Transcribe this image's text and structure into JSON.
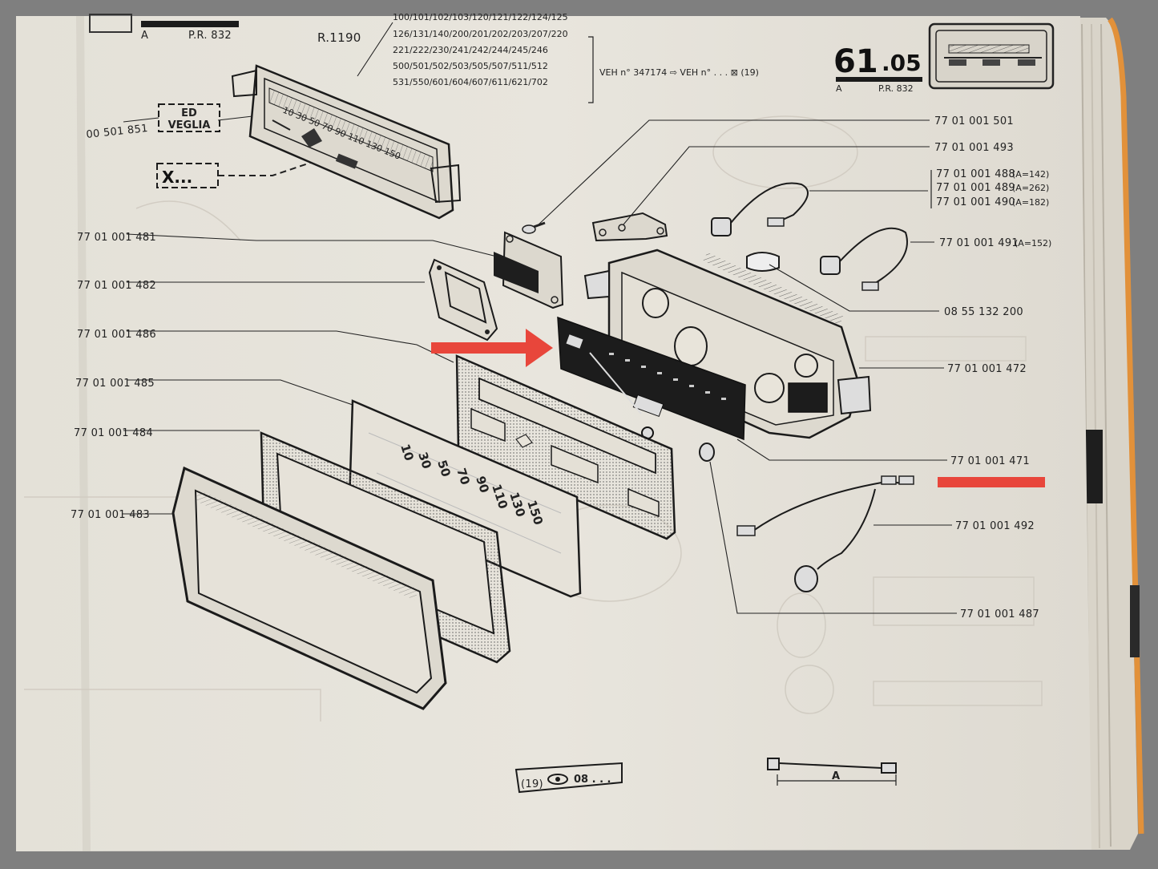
{
  "header": {
    "ref_left": "A",
    "pr_left": "P.R. 832",
    "ref_mid": "R.1190",
    "page_number_main": "61",
    "page_number_sub": ".05",
    "ref_right": "A",
    "pr_right": "P.R. 832"
  },
  "vehicle_codes": [
    "100/101/102/103/120/121/122/124/125",
    "126/131/140/200/201/202/203/207/220",
    "221/222/230/241/242/244/245/246",
    "500/501/502/503/505/507/511/512",
    "531/550/601/604/607/611/621/702"
  ],
  "veh_range": "VEH n° 347174 ⇨ VEH n° . . . ⊠ (19)",
  "brand_box": [
    "ED",
    "VEGLIA"
  ],
  "x_box": "X...",
  "left_parts": [
    {
      "ref": "00 501 851"
    },
    {
      "ref": "77 01 001 481"
    },
    {
      "ref": "77 01 001 482"
    },
    {
      "ref": "77 01 001 486"
    },
    {
      "ref": "77 01 001 485"
    },
    {
      "ref": "77 01 001 484"
    },
    {
      "ref": "77 01 001 483"
    }
  ],
  "right_parts": [
    {
      "ref": "77 01 001 501"
    },
    {
      "ref": "77 01 001 493"
    },
    {
      "ref": "77 01 001 488",
      "note": "(A=142)"
    },
    {
      "ref": "77 01 001 489",
      "note": "(A=262)"
    },
    {
      "ref": "77 01 001 490",
      "note": "(A=182)"
    },
    {
      "ref": "77 01 001 491",
      "note": "(A=152)"
    },
    {
      "ref": "08 55 132 200"
    },
    {
      "ref": "77 01 001 472"
    },
    {
      "ref": "77 01 001 471"
    },
    {
      "ref": "77 01 001 492"
    },
    {
      "ref": "77 01 001 487"
    }
  ],
  "speedo_numbers": [
    "10",
    "30",
    "50",
    "70",
    "90",
    "110",
    "130",
    "150"
  ],
  "footer": {
    "ref_code": "(19)",
    "eye_text": "08 . . .",
    "cable_dim": "A"
  },
  "colors": {
    "page": "#e7e4dc",
    "ink": "#1b1b1b",
    "highlight_red": "#e8463b",
    "frame_grey": "#7f7f7f",
    "edge_orange": "#e2913a"
  }
}
